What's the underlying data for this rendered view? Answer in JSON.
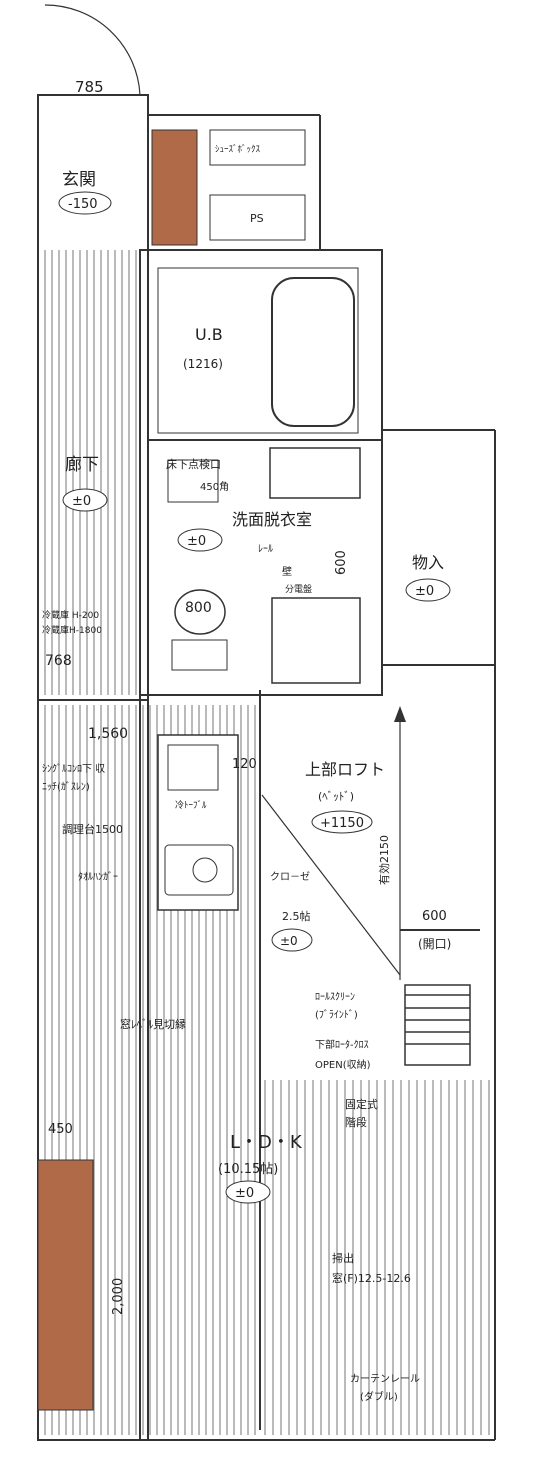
{
  "dimensions": {
    "top_width": "785",
    "upper_left_768": "768",
    "upper_left_1560": "1,560",
    "left_450": "450",
    "left_2000": "2,000",
    "door_600": "600",
    "wash_600": "600",
    "toilet_800": "800",
    "loft_height": "有効2150",
    "label_120": "120"
  },
  "rooms": {
    "entrance": {
      "name": "玄関",
      "level": "-150"
    },
    "shoe": {
      "name": "ｼｭｰｽﾞﾎﾞｯｸｽ"
    },
    "pantry": {
      "name": "PS"
    },
    "bath": {
      "name": "U.B",
      "size": "(1216)"
    },
    "hall": {
      "name": "廊下",
      "level": "±0"
    },
    "wash": {
      "name": "洗面脱衣室",
      "level": "±0"
    },
    "storage": {
      "name": "物入",
      "level": "±0"
    },
    "loft": {
      "name": "上部ロフト",
      "sub": "(ﾍﾞｯﾄﾞ)",
      "level": "+1150"
    },
    "closet": {
      "name": "クロ－ゼ",
      "size": "2.5帖",
      "level": "±0"
    },
    "ldk": {
      "name": "L・D・K",
      "size": "(10.15帖)",
      "level": "±0"
    },
    "cabinet": {
      "name": "(開口)"
    }
  },
  "notes": {
    "underfloor": "床下点検口",
    "underfloor_size": "450角",
    "rail": "ﾚｰﾙ",
    "wall": "壁",
    "panel": "分電盤",
    "fridge": "冷蔵庫 H-200",
    "fridge2": "冷蔵庫H-1800",
    "kitchen1": "ｼﾝｸﾞﾙｺﾝﾛ下 収",
    "kitchen2": "ﾆｯﾁ(ｶﾞｽﾚﾝ)",
    "counter": "調理台1500",
    "sink": "ﾀｵﾙﾊﾝｶﾞｰ",
    "fridge_space": "冷ﾄｰﾌﾞﾙ",
    "gas": "ﾀｵﾙﾊﾝｶﾞｰ",
    "window_line": "窓ﾚﾍﾞﾙ見切縁",
    "ladder1": "ﾛｰﾙｽｸﾘｰﾝ",
    "ladder2": "(ﾌﾞﾗｲﾝﾄﾞ)",
    "ladder3": "下部ﾛｰﾀ-ｸﾛｽ",
    "ladder4": "OPEN(収納)",
    "fixed": "固定式",
    "fixed2": "階段",
    "window": "掃出",
    "window2": "窓(F)12.5-12.6",
    "curtain1": "カーテンレール",
    "curtain2": "(ダブル)"
  },
  "colors": {
    "wall_fill": "#b06a48",
    "line": "#333333"
  }
}
